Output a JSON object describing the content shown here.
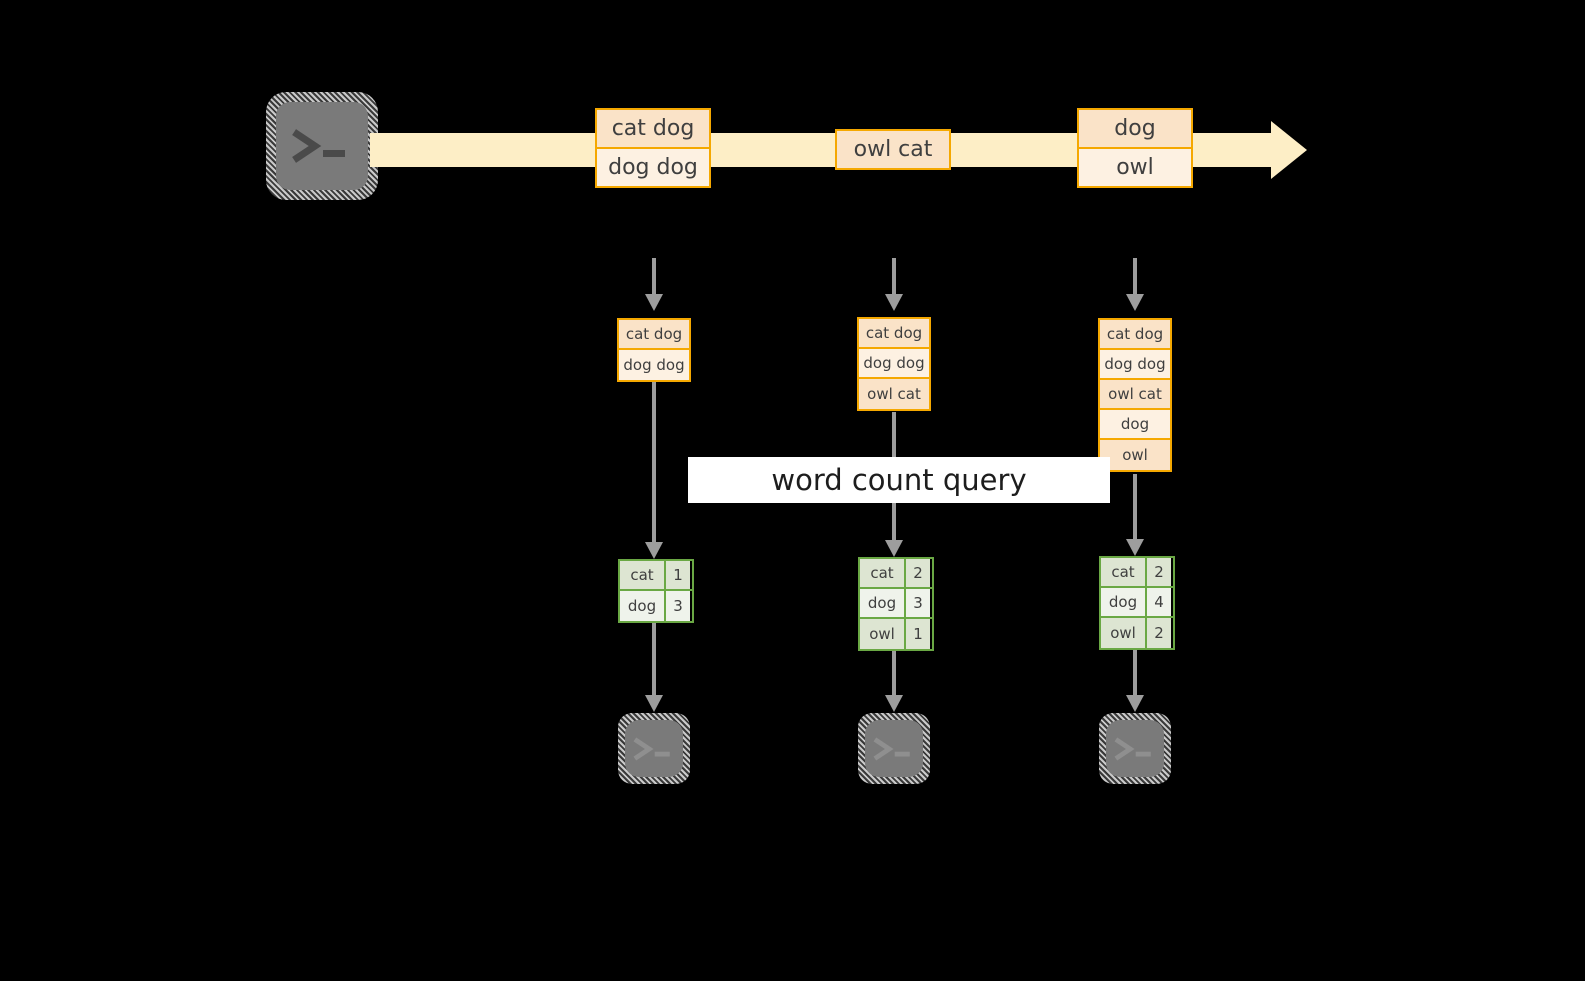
{
  "diagram": {
    "title": "word count query over a stream",
    "colors": {
      "background": "#000000",
      "event_border": "#f5a800",
      "event_fill_dark": "#fae3c8",
      "event_fill_light": "#fdf1e2",
      "stream_band": "#fdeec6",
      "result_border": "#6aa844",
      "result_fill_dark": "#dde5d2",
      "result_fill_light": "#eff3eb",
      "connector": "#9d9d9d",
      "terminal_fill": "#7a7a7a",
      "banner_fill": "#ffffff",
      "text": "#3f3f3f"
    },
    "query_banner": {
      "label": "word count query"
    },
    "source": {
      "icon": "terminal-icon",
      "prompt": ">_"
    },
    "stream": {
      "direction": "left-to-right",
      "events": [
        {
          "id": "e1",
          "lines": [
            "cat dog",
            "dog dog"
          ]
        },
        {
          "id": "e2",
          "lines": [
            "owl cat"
          ]
        },
        {
          "id": "e3",
          "lines": [
            "dog",
            "owl"
          ]
        }
      ]
    },
    "snapshots": [
      {
        "id": "snapshot-1",
        "buffer": [
          "cat dog",
          "dog dog"
        ],
        "result": {
          "rows": [
            {
              "word": "cat",
              "count": "1"
            },
            {
              "word": "dog",
              "count": "3"
            }
          ]
        },
        "sink": {
          "icon": "terminal-icon",
          "prompt": ">_"
        }
      },
      {
        "id": "snapshot-2",
        "buffer": [
          "cat dog",
          "dog dog",
          "owl cat"
        ],
        "result": {
          "rows": [
            {
              "word": "cat",
              "count": "2"
            },
            {
              "word": "dog",
              "count": "3"
            },
            {
              "word": "owl",
              "count": "1"
            }
          ]
        },
        "sink": {
          "icon": "terminal-icon",
          "prompt": ">_"
        }
      },
      {
        "id": "snapshot-3",
        "buffer": [
          "cat dog",
          "dog dog",
          "owl cat",
          "dog",
          "owl"
        ],
        "result": {
          "rows": [
            {
              "word": "cat",
              "count": "2"
            },
            {
              "word": "dog",
              "count": "4"
            },
            {
              "word": "owl",
              "count": "2"
            }
          ]
        },
        "sink": {
          "icon": "terminal-icon",
          "prompt": ">_"
        }
      }
    ]
  }
}
